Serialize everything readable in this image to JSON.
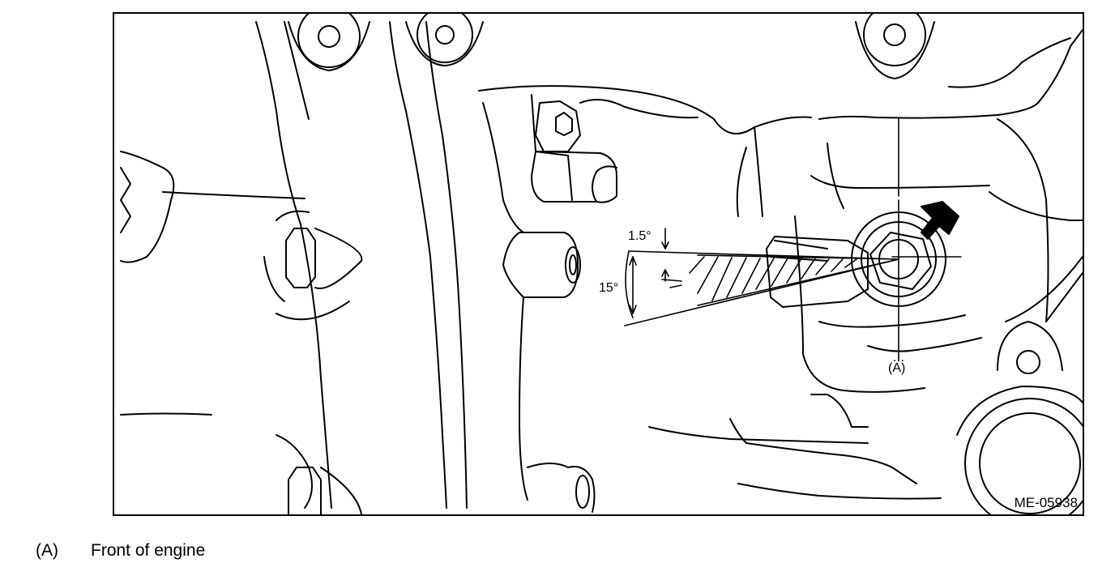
{
  "figure": {
    "id": "ME-05938",
    "angle_small": "1.5°",
    "angle_large": "15°",
    "marker": "(A)"
  },
  "legend": {
    "key": "(A)",
    "text": "Front of engine"
  }
}
